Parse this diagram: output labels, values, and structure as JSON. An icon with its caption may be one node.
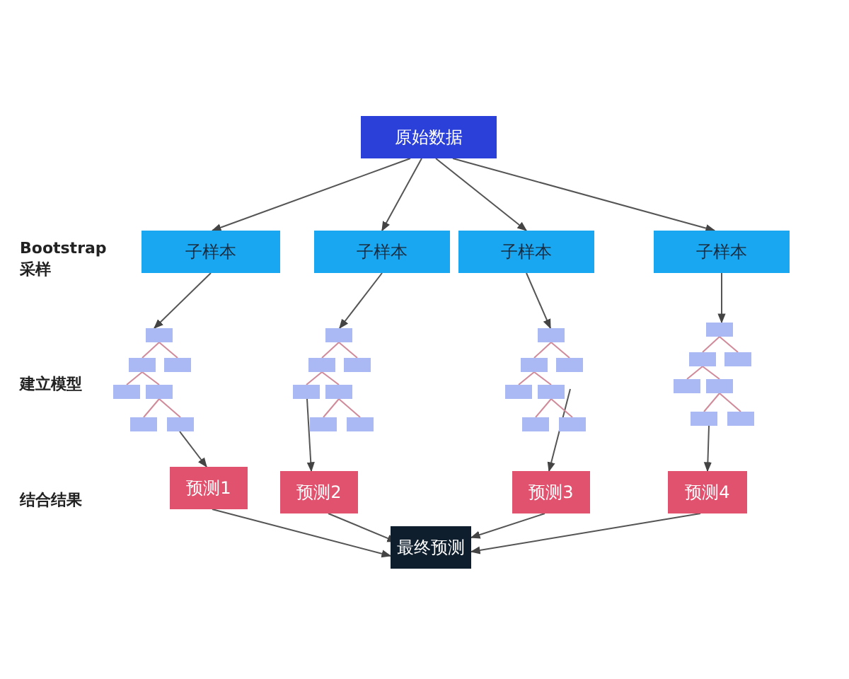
{
  "diagram": {
    "nodes": [
      {
        "text": [
          "原始数据"
        ]
      },
      {
        "text": [
          "子样本"
        ]
      },
      {
        "text": [
          "子样本"
        ]
      },
      {
        "text": [
          "子样本"
        ]
      },
      {
        "text": [
          "子样本"
        ]
      },
      {
        "text": [],
        "shape": "picture"
      },
      {
        "text": [],
        "shape": "picture"
      },
      {
        "text": [],
        "shape": "picture"
      },
      {
        "text": [],
        "shape": "picture"
      },
      {
        "text": [
          "预测1"
        ]
      },
      {
        "text": [
          "预测2"
        ]
      },
      {
        "text": [
          "预测3"
        ]
      },
      {
        "text": [
          "预测4"
        ]
      },
      {
        "text": [
          "最终预测"
        ]
      }
    ],
    "edges": [
      {
        "from": 0,
        "to": 1,
        "arrow": "to"
      },
      {
        "from": 0,
        "to": 2,
        "arrow": "to"
      },
      {
        "from": 0,
        "to": 3,
        "arrow": "to"
      },
      {
        "from": 0,
        "to": 4,
        "arrow": "to"
      },
      {
        "from": 1,
        "to": 5,
        "arrow": "to"
      },
      {
        "from": 2,
        "to": 6,
        "arrow": "to"
      },
      {
        "from": 3,
        "to": 7,
        "arrow": "to"
      },
      {
        "from": 4,
        "to": 8,
        "arrow": "to"
      },
      {
        "from": 5,
        "to": 9,
        "arrow": "to"
      },
      {
        "from": 6,
        "to": 10,
        "arrow": "to"
      },
      {
        "from": 7,
        "to": 11,
        "arrow": "to"
      },
      {
        "from": 8,
        "to": 12,
        "arrow": "to"
      },
      {
        "from": 9,
        "to": 13,
        "arrow": "to"
      },
      {
        "from": 10,
        "to": 13,
        "arrow": "to"
      },
      {
        "from": 11,
        "to": 13,
        "arrow": "to"
      },
      {
        "from": 12,
        "to": 13,
        "arrow": "to"
      }
    ],
    "labels": [
      "Bootstrap 采样",
      "建立模型",
      "结合结果"
    ]
  }
}
